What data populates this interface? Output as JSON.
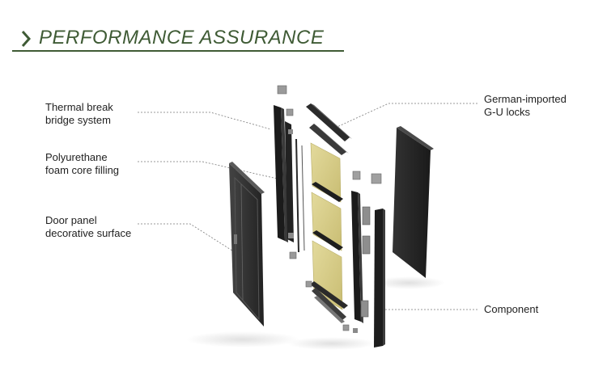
{
  "header": {
    "title": "PERFORMANCE ASSURANCE",
    "accent_color": "#3f5b35",
    "icon": "chevron-right-icon"
  },
  "callouts": [
    {
      "key": "thermal",
      "text": "Thermal break\nbridge system"
    },
    {
      "key": "foam",
      "text": "Polyurethane\nfoam core filling"
    },
    {
      "key": "panel",
      "text": "Door panel\ndecorative surface"
    },
    {
      "key": "locks",
      "text": "German-imported\nG-U locks"
    },
    {
      "key": "component",
      "text": "Component"
    }
  ],
  "colors": {
    "panel_dark": "#2b2b2b",
    "frame_black": "#1b1b1b",
    "foam_yellow": "#d9cf8e",
    "hardware_gray": "#8e8e8e",
    "leader_line": "#7a7a7a"
  }
}
